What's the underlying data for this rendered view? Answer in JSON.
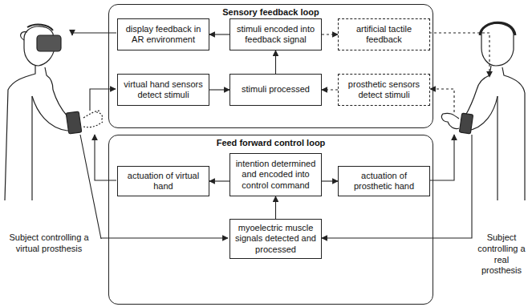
{
  "diagram": {
    "nodes": [
      {
        "text": [
          "Sensory feedback loop"
        ]
      },
      {
        "text": [
          "display feedback in AR environment"
        ],
        "in": 0
      },
      {
        "text": [
          "stimuli encoded into feedback signal"
        ],
        "in": 0
      },
      {
        "text": [
          "artificial tactile feedback"
        ],
        "in": 0
      },
      {
        "text": [
          "virtual hand sensors detect stimuli"
        ],
        "in": 0
      },
      {
        "text": [
          "stimuli processed"
        ],
        "in": 0
      },
      {
        "text": [
          "prosthetic sensors detect stimuli"
        ],
        "in": 0
      },
      {
        "text": [
          "Feed forward control loop"
        ]
      },
      {
        "text": [
          "actuation of virtual hand"
        ],
        "in": 7
      },
      {
        "text": [
          "intention determined and encoded into control command"
        ],
        "in": 7
      },
      {
        "text": [
          "actuation of prosthetic hand"
        ],
        "in": 7
      },
      {
        "text": [
          "myoelectric muscle signals detected and processed"
        ],
        "in": 7
      }
    ],
    "edges": [
      {
        "from": 2,
        "to": 1,
        "arrow": "to"
      },
      {
        "from": 2,
        "to": 3,
        "arrow": "to"
      },
      {
        "from": 4,
        "to": 5,
        "arrow": "to"
      },
      {
        "from": 6,
        "to": 5,
        "arrow": "to"
      },
      {
        "from": 5,
        "to": 2,
        "arrow": "to"
      },
      {
        "from": 9,
        "to": 8,
        "arrow": "to"
      },
      {
        "from": 9,
        "to": 10,
        "arrow": "to"
      },
      {
        "from": 11,
        "to": 9,
        "arrow": "to"
      }
    ],
    "labels": [
      "Subject controlling a virtual prosthesis",
      "Subject controlling a real prosthesis"
    ]
  }
}
